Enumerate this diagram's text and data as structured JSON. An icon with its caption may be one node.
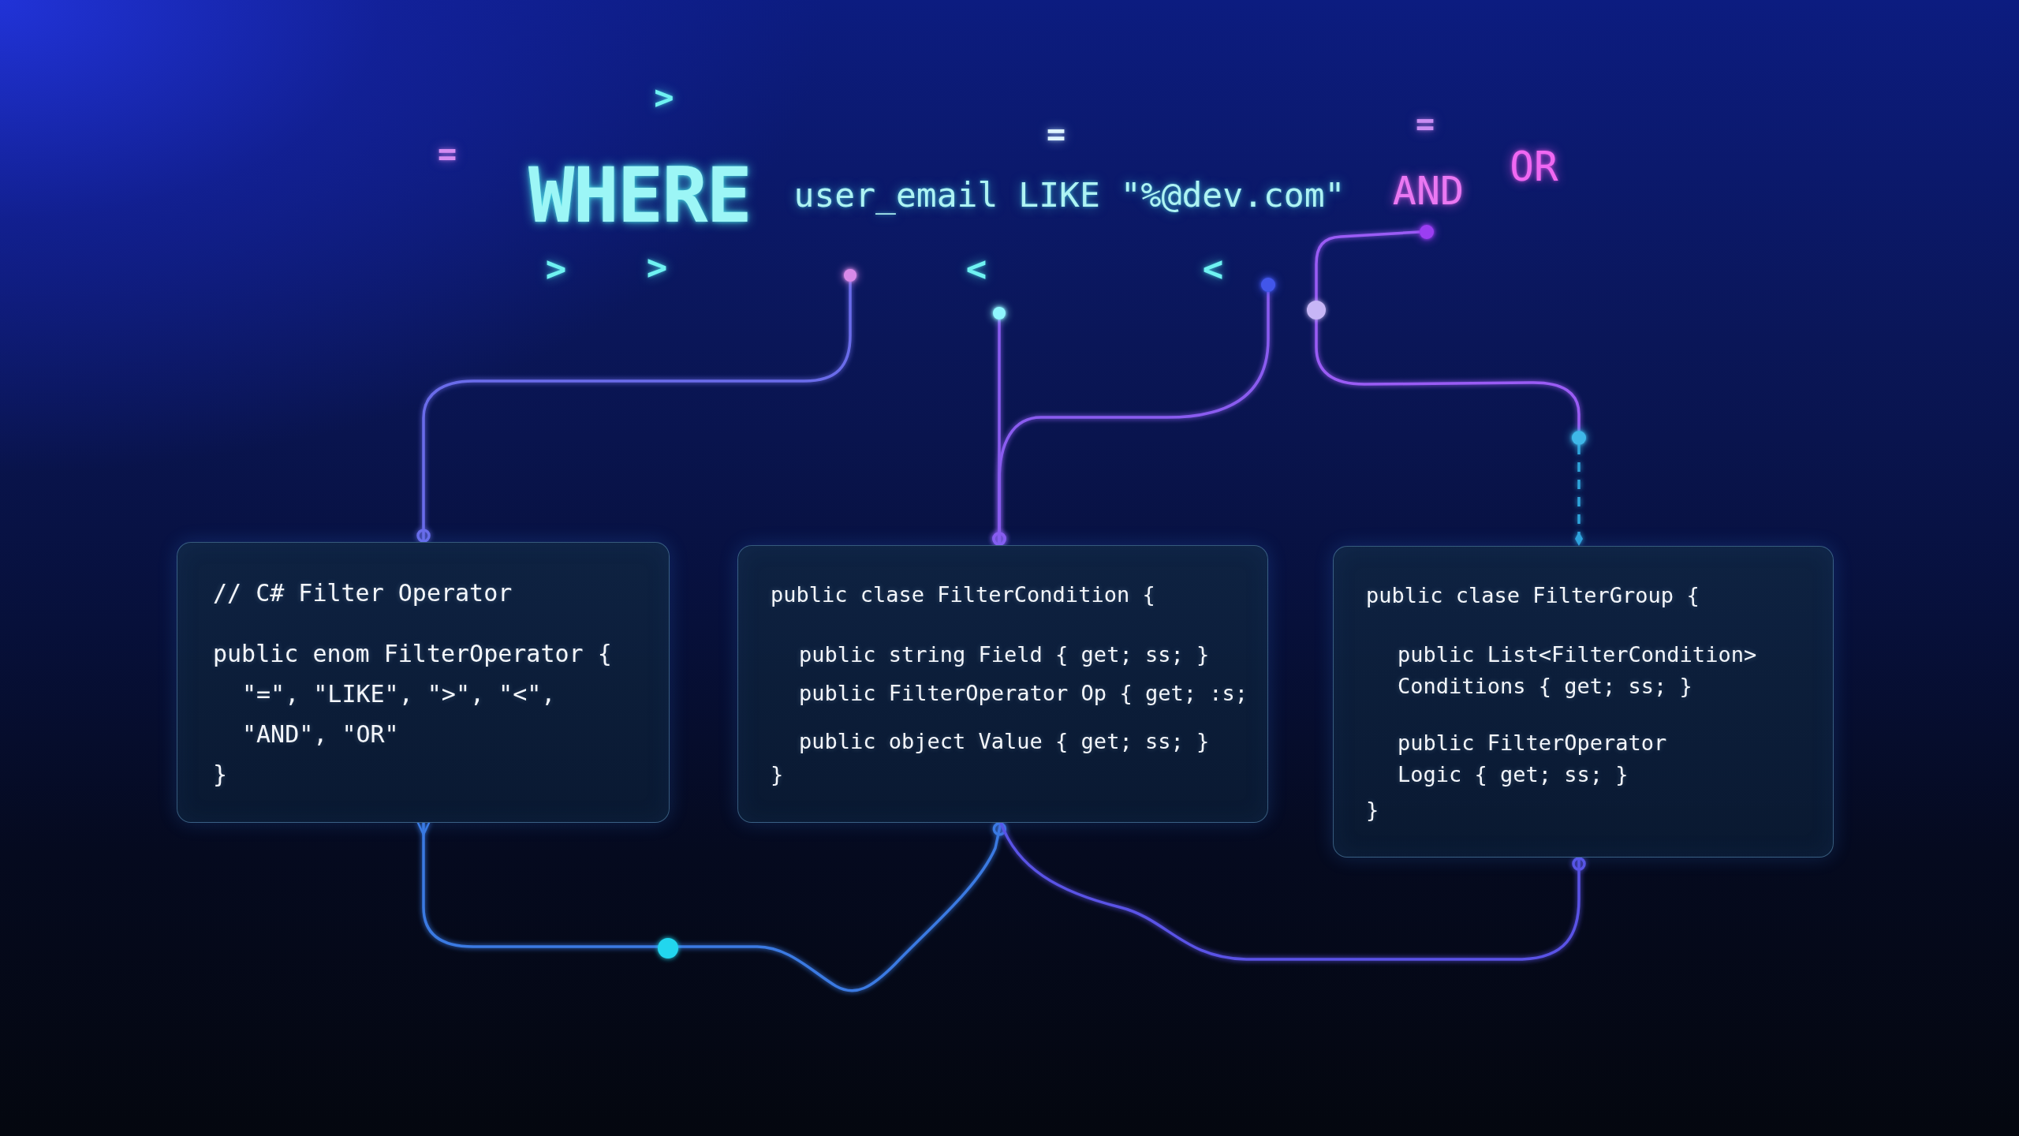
{
  "diagram": {
    "nodes": [
      {
        "text": [],
        "shape": "circle"
      },
      {
        "text": [],
        "shape": "circle"
      },
      {
        "text": [],
        "shape": "circle"
      },
      {
        "text": [],
        "shape": "circle"
      },
      {
        "text": [],
        "shape": "circle"
      },
      {
        "text": [
          "// C# Filter Operator",
          "public enom FilterOperator {",
          "\"=\", \"LIKE\", \">\", \"<\", \"AND\", \"OR\"",
          "}"
        ]
      },
      {
        "text": [
          "public clase FilterCondition {",
          "public string Field { get; ss; }",
          "public FilterOperator Op { get; :s;",
          "public object Value { get; ss; }",
          "}"
        ]
      },
      {
        "text": [
          "public clase FilterGroup {",
          "public List<FilterCondition> Conditions { get; ss; }",
          "public FilterOperator Logic { get; ss; }",
          "}"
        ]
      }
    ],
    "edges": [
      {
        "from": 0,
        "to": 5,
        "arrow": "other"
      },
      {
        "from": 1,
        "to": 6,
        "arrow": "other"
      },
      {
        "from": 2,
        "to": 6,
        "arrow": "other"
      },
      {
        "from": 3,
        "to": 4,
        "arrow": "none"
      },
      {
        "from": 4,
        "to": 7,
        "arrow": "other",
        "style": "dashed",
        "color": "#2fa4dc"
      },
      {
        "from": 5,
        "to": 6,
        "arrow": "other"
      },
      {
        "from": 6,
        "to": 7,
        "arrow": "other"
      }
    ],
    "labels": [
      ">",
      "=",
      "=",
      "=",
      "WHERE",
      "user_email LIKE \"%@dev.com\"",
      "AND",
      "OR",
      ">",
      ">",
      "<",
      "<"
    ]
  }
}
